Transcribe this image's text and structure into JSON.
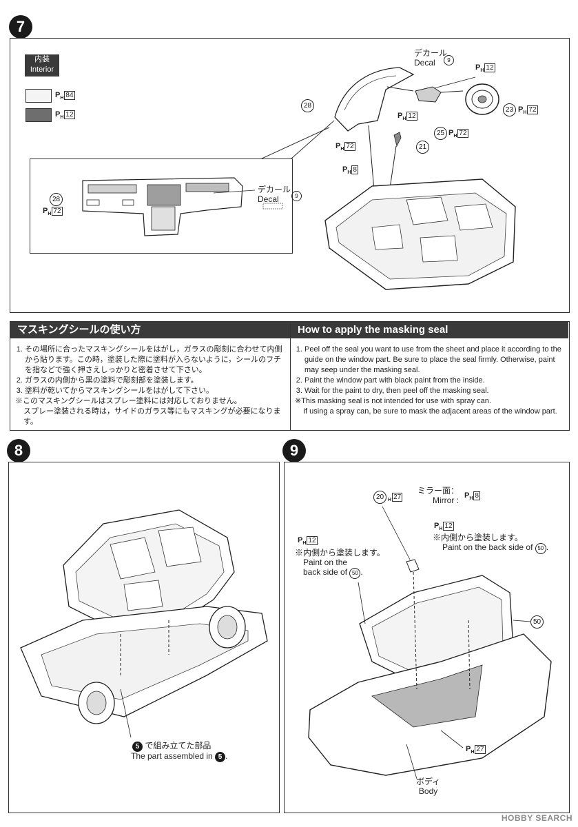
{
  "step7": {
    "badge": "7",
    "interior_jp": "内装",
    "interior_en": "Interior",
    "paint_legend": [
      {
        "code": "84",
        "color": "#f4f4f4"
      },
      {
        "code": "12",
        "color": "#6e6e6e"
      }
    ],
    "ph_prefix": "P",
    "ph_sub": "H",
    "decal_jp": "デカール",
    "decal_en": "Decal",
    "decal_num": "9",
    "part28": "28",
    "part21": "21",
    "part23": "23",
    "part25": "25",
    "codes": {
      "c12": "12",
      "c72": "72",
      "c8": "8"
    }
  },
  "masking": {
    "jp_title": "マスキングシールの使い方",
    "en_title": "How to apply the masking seal",
    "jp_items": [
      "その場所に合ったマスキングシールをはがし，ガラスの彫刻に合わせて内側から貼ります。この時，塗装した際に塗料が入らないように，シールのフチを指などで強く押さえしっかりと密着させて下さい。",
      "ガラスの内側から黒の塗料で彫刻部を塗装します。",
      "塗料が乾いてからマスキングシールをはがして下さい。"
    ],
    "jp_note1": "※このマスキングシールはスプレー塗料には対応しておりません。",
    "jp_note2": "スプレー塗装される時は，サイドのガラス等にもマスキングが必要になります。",
    "en_items": [
      "Peel off the seal you want to use from the sheet and place it according to the guide on the window part. Be sure to place the seal firmly. Otherwise, paint may seep under the masking seal.",
      "Paint the window part with black paint from the inside.",
      "Wait for the paint to dry, then peel off the masking seal."
    ],
    "en_note1": "※This masking seal is not intended for use with spray can.",
    "en_note2": "If using a spray can, be sure to mask the adjacent areas of the window part."
  },
  "step8": {
    "badge": "8",
    "ref_num": "5",
    "caption_jp": "で組み立てた部品",
    "caption_en": "The part assembled in",
    "period": "."
  },
  "step9": {
    "badge": "9",
    "part20": "20",
    "c27": "27",
    "mirror_jp": "ミラー面：",
    "mirror_en": "Mirror :",
    "c8": "8",
    "c12": "12",
    "inside_jp": "※内側から塗装します。",
    "back_side_a": "Paint on the back side of",
    "back_a1": "Paint on the",
    "back_a2": "back side of",
    "part50": "50",
    "period": ".",
    "body_jp": "ボディ",
    "body_en": "Body"
  },
  "watermark": "HOBBY SEARCH"
}
